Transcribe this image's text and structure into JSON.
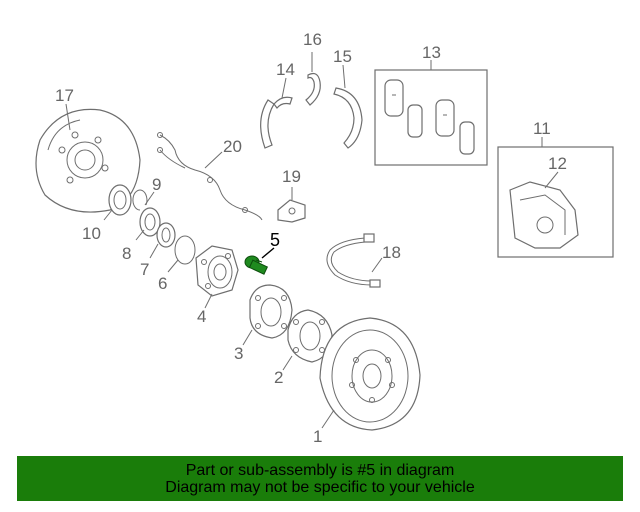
{
  "callouts": {
    "c1": "1",
    "c2": "2",
    "c3": "3",
    "c4": "4",
    "c5": "5",
    "c6": "6",
    "c7": "7",
    "c8": "8",
    "c9": "9",
    "c10": "10",
    "c11": "11",
    "c12": "12",
    "c13": "13",
    "c14": "14",
    "c15": "15",
    "c16": "16",
    "c17": "17",
    "c18": "18",
    "c19": "19",
    "c20": "20"
  },
  "highlight": {
    "part_number": "5",
    "color": "#1f8a1f"
  },
  "banner": {
    "line1": "Part or sub-assembly is #5 in diagram",
    "line2": "Diagram may not be specific to your vehicle",
    "background": "#1a7d0a"
  }
}
